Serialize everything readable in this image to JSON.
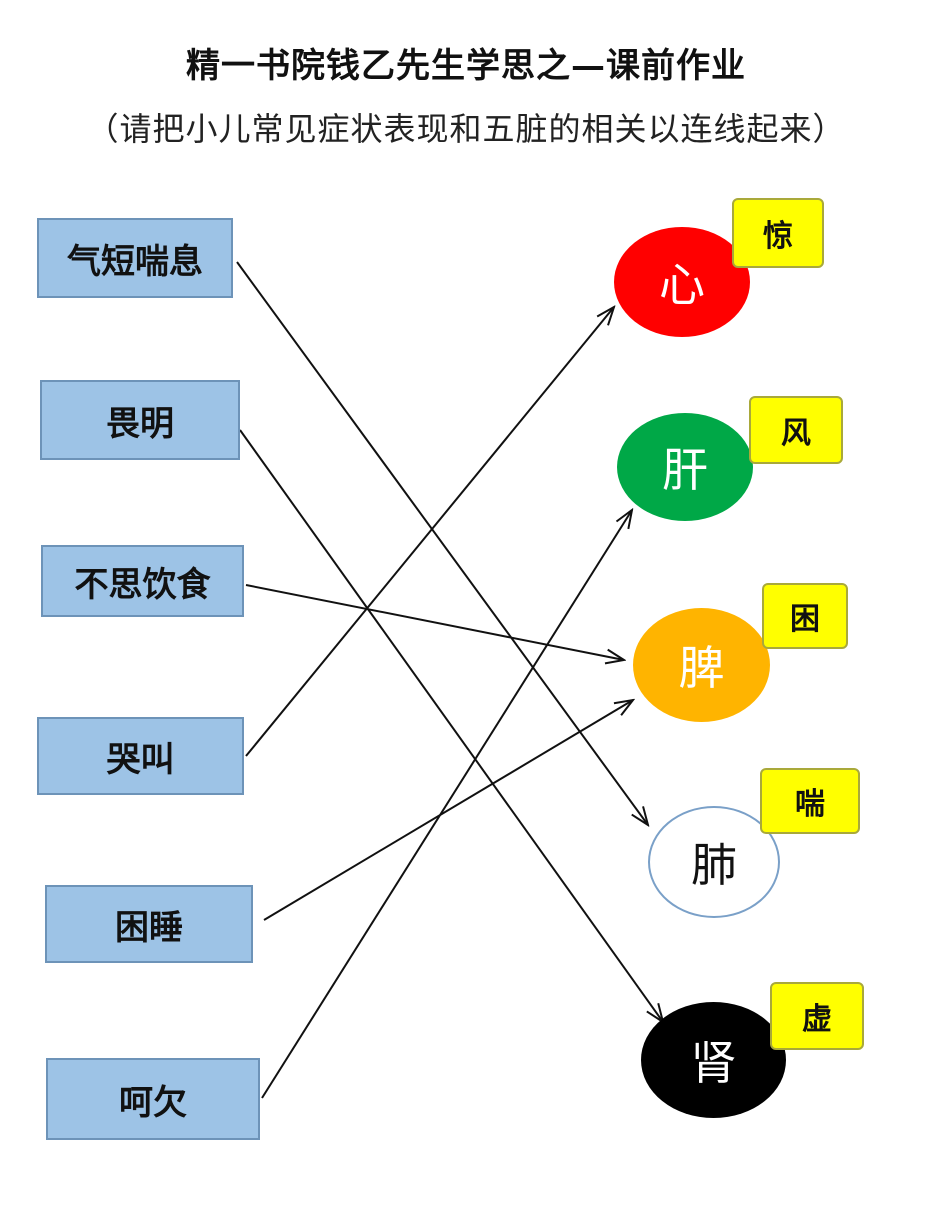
{
  "header": {
    "title": "精一书院钱乙先生学思之—课前作业",
    "subtitle": "（请把小儿常见症状表现和五脏的相关以连线起来）"
  },
  "symptoms": [
    {
      "id": "s1",
      "label": "气短喘息"
    },
    {
      "id": "s2",
      "label": "畏明"
    },
    {
      "id": "s3",
      "label": "不思饮食"
    },
    {
      "id": "s4",
      "label": "哭叫"
    },
    {
      "id": "s5",
      "label": "困睡"
    },
    {
      "id": "s6",
      "label": "呵欠"
    }
  ],
  "organs": [
    {
      "id": "o1",
      "label": "心",
      "tag": "惊",
      "fill": "#ff0000",
      "text_color": "#ffffff"
    },
    {
      "id": "o2",
      "label": "肝",
      "tag": "风",
      "fill": "#00a847",
      "text_color": "#ffffff"
    },
    {
      "id": "o3",
      "label": "脾",
      "tag": "困",
      "fill": "#ffb400",
      "text_color": "#ffffff"
    },
    {
      "id": "o4",
      "label": "肺",
      "tag": "喘",
      "fill": "#ffffff",
      "text_color": "#111111"
    },
    {
      "id": "o5",
      "label": "肾",
      "tag": "虚",
      "fill": "#000000",
      "text_color": "#ffffff"
    }
  ],
  "connections": [
    {
      "from": "s1",
      "to": "o4"
    },
    {
      "from": "s2",
      "to": "o5"
    },
    {
      "from": "s3",
      "to": "o3"
    },
    {
      "from": "s4",
      "to": "o1"
    },
    {
      "from": "s5",
      "to": "o3"
    },
    {
      "from": "s6",
      "to": "o2"
    }
  ],
  "colors": {
    "symptom_box": "#9dc3e6",
    "tag_box": "#ffff00",
    "arrow": "#111111"
  }
}
